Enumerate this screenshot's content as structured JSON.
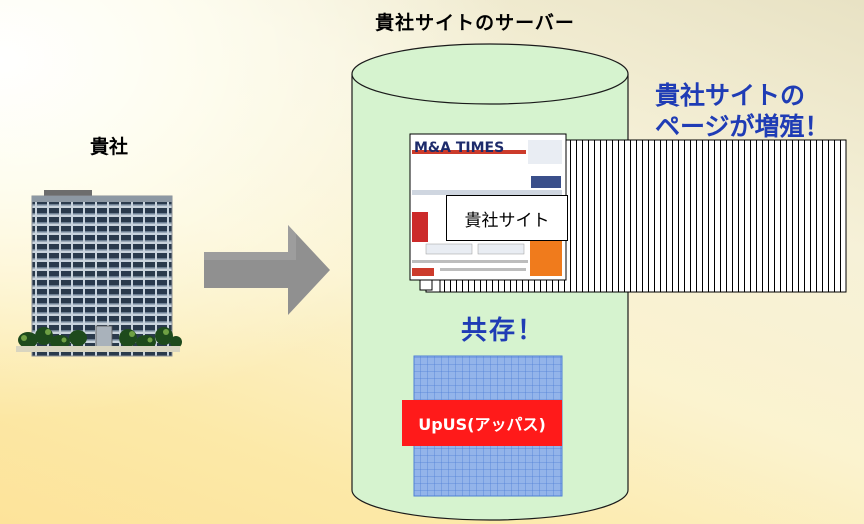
{
  "server_title": "貴社サイトのサーバー",
  "company_label": "貴社",
  "pages_label": {
    "line1": "貴社サイトの",
    "line2": "ページが増殖！"
  },
  "coexist_label": "共存！",
  "site_page": {
    "logo": "M&A TIMES",
    "label": "貴社サイト"
  },
  "upus_label": "UpUS(アッパス)",
  "colors": {
    "cylinder_fill": "#d6f3cf",
    "accent_blue": "#1f3cb5",
    "upus_red": "#ff1a1a",
    "grid_blue": "#93b4ea",
    "arrow_gray": "#909090"
  }
}
